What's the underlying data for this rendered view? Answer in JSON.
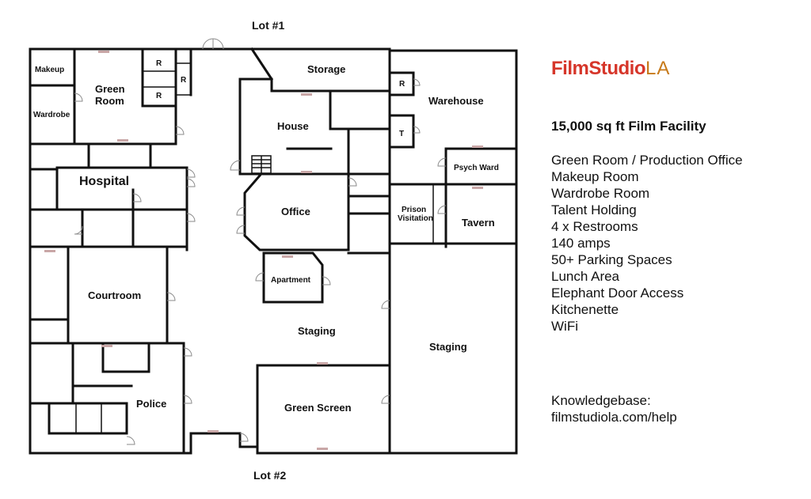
{
  "plan": {
    "lot_top": "Lot #1",
    "lot_bottom": "Lot #2",
    "rooms": {
      "makeup": "Makeup",
      "green_room_1": "Green",
      "green_room_2": "Room",
      "wardrobe": "Wardrobe",
      "restroom_1": "R",
      "restroom_2": "R",
      "restroom_3": "R",
      "restroom_4": "R",
      "restroom_t": "T",
      "storage": "Storage",
      "house": "House",
      "warehouse": "Warehouse",
      "psych_ward": "Psych Ward",
      "hospital": "Hospital",
      "office": "Office",
      "prison_1": "Prison",
      "prison_2": "Visitation",
      "tavern": "Tavern",
      "courtroom": "Courtroom",
      "apartment": "Apartment",
      "staging_1": "Staging",
      "staging_2": "Staging",
      "police": "Police",
      "green_screen": "Green Screen"
    }
  },
  "brand": {
    "name_part1": "FilmStudio",
    "name_part2": "LA",
    "color_part1": "#d6362a",
    "color_part2": "#c77a1a"
  },
  "facility": {
    "title": "15,000 sq ft Film Facility",
    "features": [
      "Green Room / Production Office",
      "Makeup Room",
      "Wardrobe Room",
      "Talent Holding",
      "4 x Restrooms",
      "140 amps",
      "50+ Parking Spaces",
      "Lunch Area",
      "Elephant Door Access",
      "Kitchenette",
      "WiFi"
    ]
  },
  "knowledgebase": {
    "label": "Knowledgebase:",
    "url": "filmstudiola.com/help"
  }
}
